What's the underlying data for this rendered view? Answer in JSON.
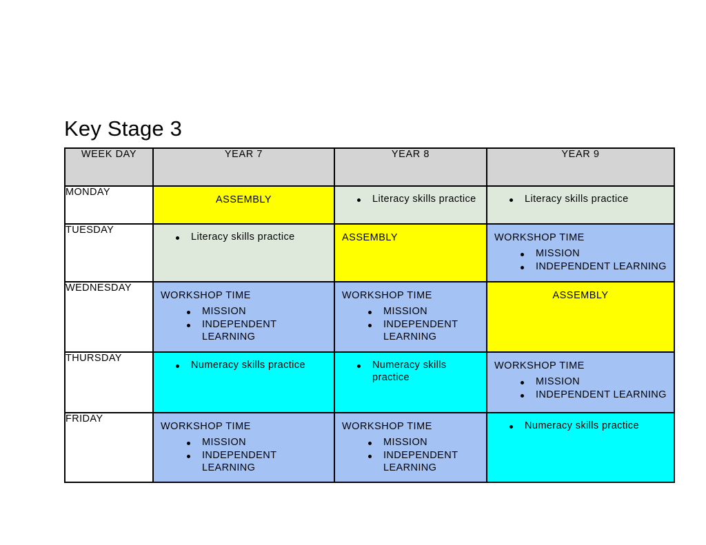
{
  "page": {
    "title": "Key Stage 3"
  },
  "colors": {
    "assembly": "#ffff00",
    "literacy": "#dee9dc",
    "workshop": "#a4c2f4",
    "numeracy": "#00ffff",
    "header": "#d4d4d4",
    "border": "#000000",
    "empty": "#ffffff"
  },
  "table": {
    "columns": [
      {
        "id": "week-day",
        "label": "WEEK DAY"
      },
      {
        "id": "year-7",
        "label": "YEAR 7"
      },
      {
        "id": "year-8",
        "label": "YEAR 8"
      },
      {
        "id": "year-9",
        "label": "YEAR 9"
      }
    ],
    "labels": {
      "assembly": "ASSEMBLY",
      "workshop": "WORKSHOP TIME",
      "mission": "MISSION",
      "independent_learning": "INDEPENDENT LEARNING",
      "literacy": "Literacy skills practice",
      "numeracy": "Numeracy skills practice"
    },
    "rows": [
      {
        "day": "MONDAY",
        "cells": [
          {
            "fill": "#ffff00",
            "kind": "assembly",
            "title": "ASSEMBLY",
            "centered": true,
            "bullets": []
          },
          {
            "fill": "#dee9dc",
            "kind": "literacy",
            "title": "",
            "centered": false,
            "bullets": [
              "Literacy skills practice"
            ]
          },
          {
            "fill": "#dee9dc",
            "kind": "literacy",
            "title": "",
            "centered": false,
            "bullets": [
              "Literacy skills practice"
            ]
          }
        ]
      },
      {
        "day": "TUESDAY",
        "cells": [
          {
            "fill": "#dee9dc",
            "kind": "literacy",
            "title": "",
            "centered": false,
            "bullets": [
              "Literacy skills practice"
            ]
          },
          {
            "fill": "#ffff00",
            "kind": "assembly",
            "title": "ASSEMBLY",
            "centered": false,
            "bullets": []
          },
          {
            "fill": "#a4c2f4",
            "kind": "workshop",
            "title": "WORKSHOP TIME",
            "centered": false,
            "bullets": [
              "MISSION",
              "INDEPENDENT LEARNING"
            ]
          }
        ]
      },
      {
        "day": "WEDNESDAY",
        "cells": [
          {
            "fill": "#a4c2f4",
            "kind": "workshop",
            "title": "WORKSHOP TIME",
            "centered": false,
            "bullets": [
              "MISSION",
              "INDEPENDENT LEARNING"
            ]
          },
          {
            "fill": "#a4c2f4",
            "kind": "workshop",
            "title": "WORKSHOP TIME",
            "centered": false,
            "bullets": [
              "MISSION",
              "INDEPENDENT LEARNING"
            ]
          },
          {
            "fill": "#ffff00",
            "kind": "assembly",
            "title": "ASSEMBLY",
            "centered": true,
            "bullets": []
          }
        ]
      },
      {
        "day": "THURSDAY",
        "cells": [
          {
            "fill": "#00ffff",
            "kind": "numeracy",
            "title": "",
            "centered": false,
            "bullets": [
              "Numeracy skills practice"
            ]
          },
          {
            "fill": "#00ffff",
            "kind": "numeracy",
            "title": "",
            "centered": false,
            "bullets": [
              "Numeracy skills practice"
            ]
          },
          {
            "fill": "#a4c2f4",
            "kind": "workshop",
            "title": "WORKSHOP TIME",
            "centered": false,
            "bullets": [
              "MISSION",
              "INDEPENDENT LEARNING"
            ]
          }
        ]
      },
      {
        "day": "FRIDAY",
        "cells": [
          {
            "fill": "#a4c2f4",
            "kind": "workshop",
            "title": "WORKSHOP TIME",
            "centered": false,
            "bullets": [
              "MISSION",
              "INDEPENDENT LEARNING"
            ]
          },
          {
            "fill": "#a4c2f4",
            "kind": "workshop",
            "title": "WORKSHOP TIME",
            "centered": false,
            "bullets": [
              "MISSION",
              "INDEPENDENT LEARNING"
            ]
          },
          {
            "fill": "#00ffff",
            "kind": "numeracy",
            "title": "",
            "centered": false,
            "bullets": [
              "Numeracy skills practice"
            ]
          }
        ]
      }
    ]
  }
}
